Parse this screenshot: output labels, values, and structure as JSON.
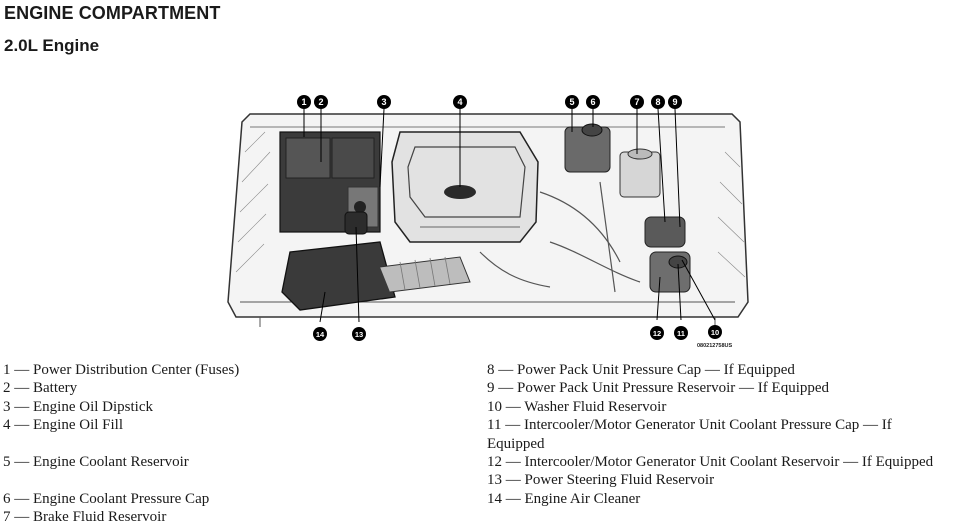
{
  "header": {
    "title": "ENGINE COMPARTMENT",
    "subtitle": "2.0L Engine"
  },
  "figure": {
    "image_code": "080212758US",
    "callouts": [
      "1",
      "2",
      "3",
      "4",
      "5",
      "6",
      "7",
      "8",
      "9",
      "10",
      "11",
      "12",
      "13",
      "14"
    ]
  },
  "legend": {
    "left": [
      "1 — Power Distribution Center (Fuses)",
      "2 — Battery",
      "3 — Engine Oil Dipstick",
      "4 — Engine Oil Fill",
      "",
      "5 — Engine Coolant Reservoir",
      "",
      "6 — Engine Coolant Pressure Cap",
      "7 — Brake Fluid Reservoir"
    ],
    "right": [
      "8 — Power Pack Unit Pressure Cap — If Equipped",
      "9 — Power Pack Unit Pressure Reservoir — If Equipped",
      "10 — Washer Fluid Reservoir",
      "11 — Intercooler/Motor Generator Unit Coolant Pressure Cap — If Equipped",
      "12 — Intercooler/Motor Generator Unit Coolant Reservoir — If Equipped",
      "13 — Power Steering Fluid Reservoir",
      "14 — Engine Air Cleaner"
    ]
  }
}
